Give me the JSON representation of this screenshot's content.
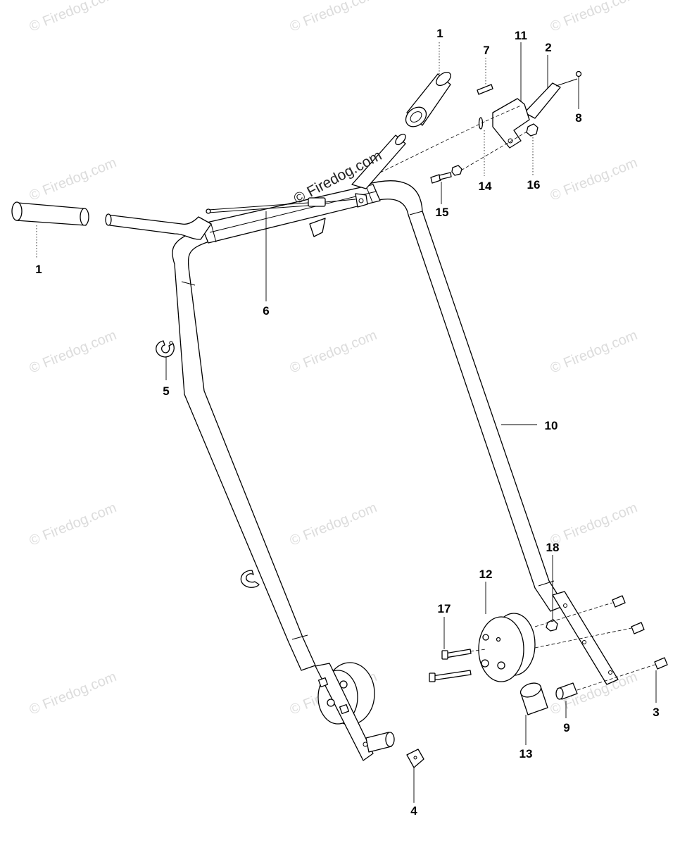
{
  "watermark": "© Firedog.com",
  "center_watermark": "© Firedog.com",
  "callouts": [
    "1",
    "1",
    "2",
    "3",
    "4",
    "5",
    "6",
    "7",
    "8",
    "9",
    "10",
    "11",
    "12",
    "13",
    "14",
    "15",
    "16",
    "17",
    "18"
  ]
}
